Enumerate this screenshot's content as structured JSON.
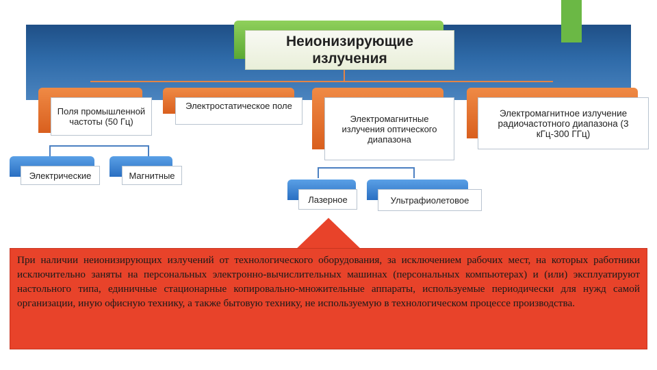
{
  "diagram": {
    "title": "Неионизирующие излучения",
    "categories": [
      "Поля промышленной частоты (50 Гц)",
      "Электростатическое поле",
      "Электромагнитные излучения оптического диапазона",
      "Электромагнитное излучение радиочастотного диапазона (3 кГц-300 ГГц)"
    ],
    "industrial_sub": [
      "Электрические",
      "Магнитные"
    ],
    "optical_sub": [
      "Лазерное",
      "Ультрафиолетовое"
    ]
  },
  "note": {
    "text": "При наличии неионизирующих излучений от технологического оборудования, за исключением рабочих мест, на которых работники исключительно заняты на персональных электронно-вычислительных машинах (персональных компьютерах) и (или) эксплуатируют настольного типа, единичные стационарные копировально-множительные аппараты, используемые периодически для нужд самой организации, иную офисную технику, а также бытовую технику, не используемую в технологическом процессе производства."
  },
  "colors": {
    "band": "#2e6aa8",
    "accent_orange": "#e07a3a",
    "accent_blue": "#3d82d4",
    "accent_green": "#6bb845",
    "note_bg": "#e8432a"
  }
}
